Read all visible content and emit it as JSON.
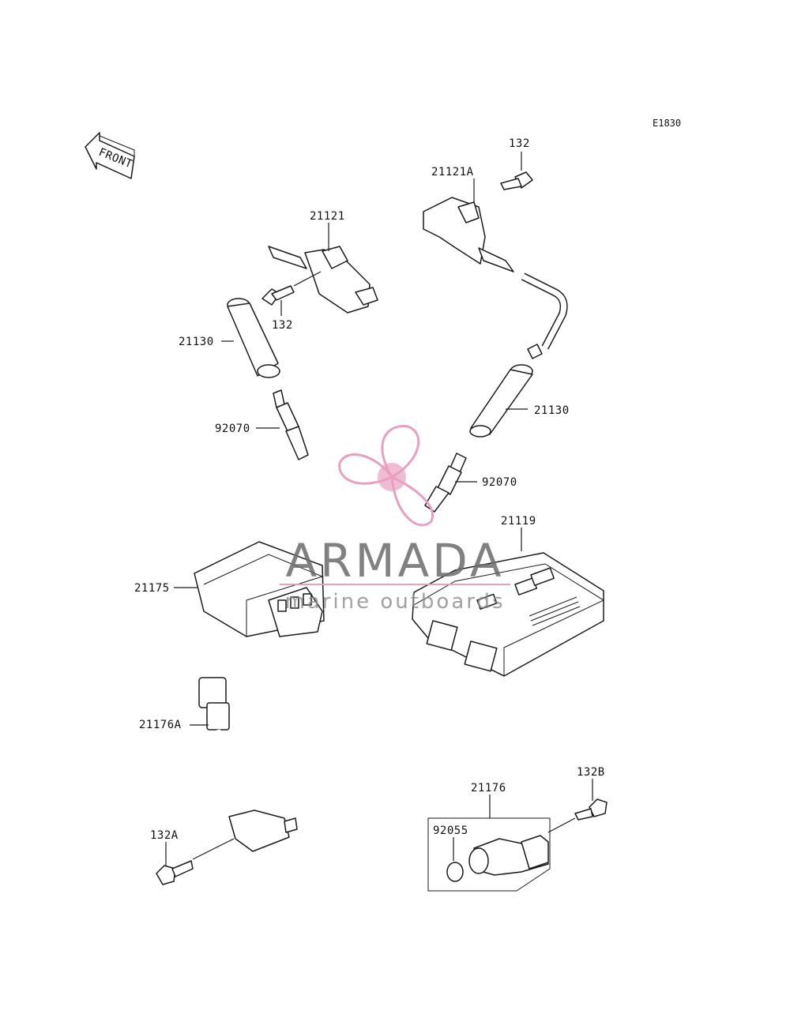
{
  "diagram_code": "E1830",
  "front_arrow_text": "FRONT",
  "watermark": {
    "brand": "ARMADA",
    "tagline": "marine outboards",
    "accent_color": "#e8a0c0"
  },
  "part_labels": {
    "p132_top": "132",
    "p21121a": "21121A",
    "p21121": "21121",
    "p132_mid": "132",
    "p21130_left": "21130",
    "p21130_right": "21130",
    "p92070_left": "92070",
    "p92070_right": "92070",
    "p21119": "21119",
    "p21175": "21175",
    "p21176a": "21176A",
    "p132a": "132A",
    "p132b": "132B",
    "p21176": "21176",
    "p92055": "92055"
  }
}
